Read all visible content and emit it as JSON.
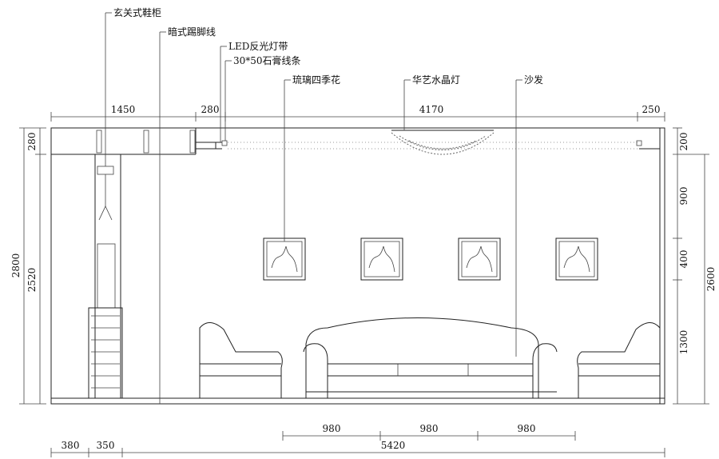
{
  "annotations": {
    "shoe_cabinet": "玄关式鞋柜",
    "skirting": "暗式踢脚线",
    "led_strip": "LED反光灯带",
    "gypsum_molding": "30*50石膏线条",
    "glass_art": "琉璃四季花",
    "chandelier": "华艺水晶灯",
    "sofa": "沙发"
  },
  "dims_top": [
    "1450",
    "280",
    "4170",
    "250"
  ],
  "dims_left": [
    "280",
    "2800",
    "2520"
  ],
  "dims_right": [
    "200",
    "900",
    "400",
    "1300",
    "2600"
  ],
  "dims_sofa": [
    "980",
    "980",
    "980"
  ],
  "dims_bottom": [
    "380",
    "350",
    "5420"
  ]
}
